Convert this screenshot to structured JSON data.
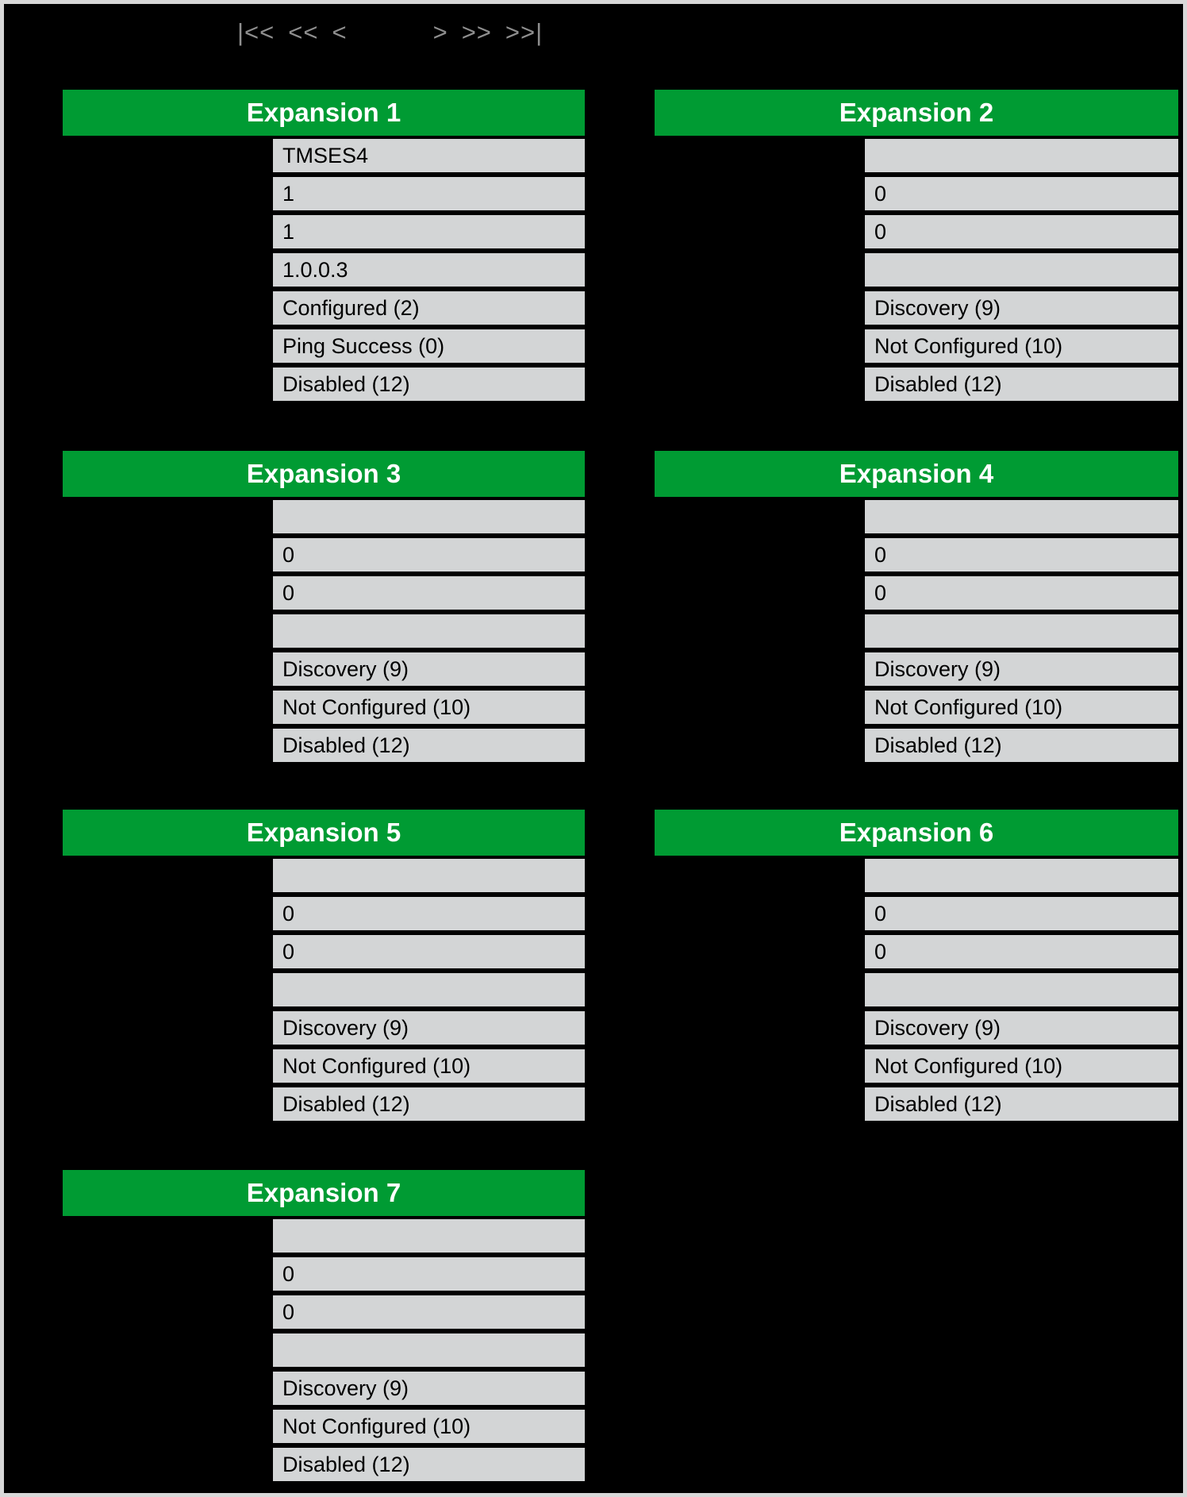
{
  "colors": {
    "header_green": "#009B33",
    "cell_gray": "#D3D5D6",
    "page_background": "#000000",
    "page_border_gray": "#D8D8D8",
    "pager_gray": "#8F8F8F",
    "header_text": "#FFFFFF",
    "cell_text": "#000000"
  },
  "pagination": {
    "first_label": "|<<",
    "fast_prev_label": "<<",
    "prev_label": "<",
    "next_label": ">",
    "fast_next_label": ">>",
    "last_label": ">>|"
  },
  "panels": [
    {
      "title": "Expansion 1",
      "rows": [
        "TMSES4",
        "1",
        "1",
        "1.0.0.3",
        "Configured (2)",
        "Ping Success (0)",
        "Disabled (12)"
      ]
    },
    {
      "title": "Expansion 2",
      "rows": [
        "",
        "0",
        "0",
        "",
        "Discovery (9)",
        "Not Configured (10)",
        "Disabled (12)"
      ]
    },
    {
      "title": "Expansion 3",
      "rows": [
        "",
        "0",
        "0",
        "",
        "Discovery (9)",
        "Not Configured (10)",
        "Disabled (12)"
      ]
    },
    {
      "title": "Expansion 4",
      "rows": [
        "",
        "0",
        "0",
        "",
        "Discovery (9)",
        "Not Configured (10)",
        "Disabled (12)"
      ]
    },
    {
      "title": "Expansion 5",
      "rows": [
        "",
        "0",
        "0",
        "",
        "Discovery (9)",
        "Not Configured (10)",
        "Disabled (12)"
      ]
    },
    {
      "title": "Expansion 6",
      "rows": [
        "",
        "0",
        "0",
        "",
        "Discovery (9)",
        "Not Configured (10)",
        "Disabled (12)"
      ]
    },
    {
      "title": "Expansion 7",
      "rows": [
        "",
        "0",
        "0",
        "",
        "Discovery (9)",
        "Not Configured (10)",
        "Disabled (12)"
      ]
    }
  ]
}
